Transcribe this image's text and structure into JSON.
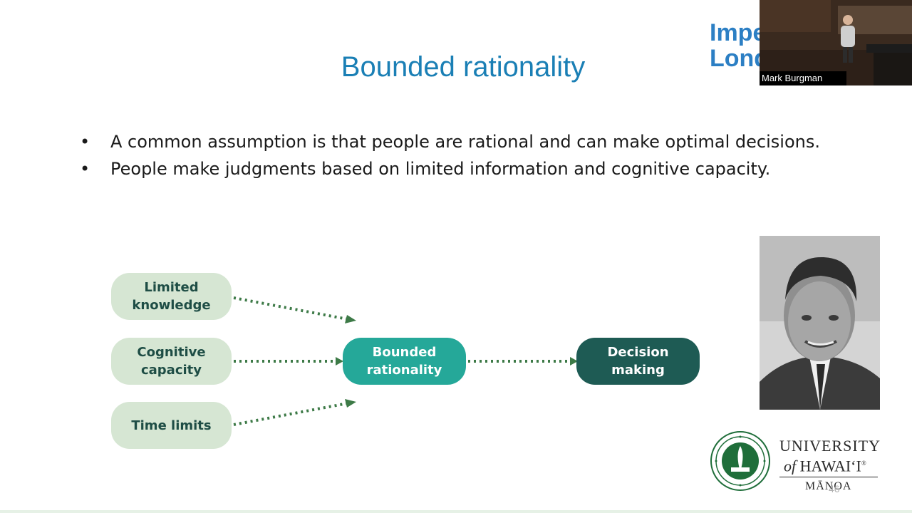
{
  "slide": {
    "title": "Bounded rationality",
    "bullets": [
      "A common assumption is that people are rational and can make optimal decisions.",
      "People make judgments based on limited information and cognitive capacity."
    ],
    "bullet_glyph": "•",
    "page_number": "46"
  },
  "diagram": {
    "inputs": [
      "Limited knowledge",
      "Cognitive capacity",
      "Time limits"
    ],
    "center": "Bounded rationality",
    "output": "Decision making",
    "colors": {
      "input_box": "#d6e6d3",
      "center_box": "#25a899",
      "output_box": "#1e5b54",
      "arrow": "#3d7a47"
    }
  },
  "overlay": {
    "speaker_name": "Mark Burgman",
    "logo_text_line1": "Imperial College",
    "logo_text_line2": "London"
  },
  "university": {
    "line1": "UNIVERSITY",
    "line2_prefix": "of",
    "line2_name": "HAWAIʻI",
    "line2_reg": "®",
    "line3": "MĀNOA"
  }
}
